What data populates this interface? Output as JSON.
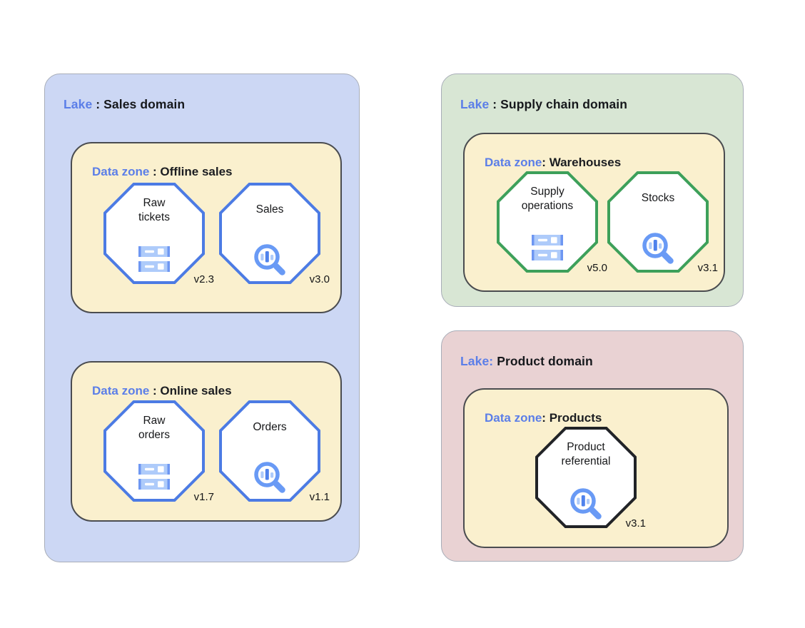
{
  "colors": {
    "lake_label_blue": "#5b7ee8",
    "sales_lake_bg": "#ccd7f4",
    "supply_lake_bg": "#d8e6d4",
    "product_lake_bg": "#e9d2d3",
    "data_zone_bg": "#faf0ce",
    "octagon_border_sales": "#4c7be4",
    "octagon_border_supply": "#3da05a",
    "octagon_border_product": "#212327",
    "icon_blue": "#699af5",
    "icon_light_blue": "#aecbfa",
    "icon_dark_blue": "#4f82ec"
  },
  "icons": {
    "storage": "storage-icon",
    "search_analytics": "search-analytics-icon"
  },
  "lakes": [
    {
      "title": {
        "prefix": "Lake",
        "separator": " : ",
        "name": "Sales domain"
      },
      "zones": [
        {
          "title": {
            "prefix": "Data zone",
            "separator": " : ",
            "name": "Offline sales"
          },
          "assets": [
            {
              "label": "Raw\ntickets",
              "version": "v2.3",
              "icon": "storage-icon"
            },
            {
              "label": "Sales",
              "version": "v3.0",
              "icon": "search-analytics-icon"
            }
          ]
        },
        {
          "title": {
            "prefix": "Data zone",
            "separator": " : ",
            "name": "Online sales"
          },
          "assets": [
            {
              "label": "Raw\norders",
              "version": "v1.7",
              "icon": "storage-icon"
            },
            {
              "label": "Orders",
              "version": "v1.1",
              "icon": "search-analytics-icon"
            }
          ]
        }
      ]
    },
    {
      "title": {
        "prefix": "Lake",
        "separator": " : ",
        "name": "Supply chain domain"
      },
      "zones": [
        {
          "title": {
            "prefix": "Data zone",
            "separator": ": ",
            "name": "Warehouses"
          },
          "assets": [
            {
              "label": "Supply\noperations",
              "version": "v5.0",
              "icon": "storage-icon"
            },
            {
              "label": "Stocks",
              "version": "v3.1",
              "icon": "search-analytics-icon"
            }
          ]
        }
      ]
    },
    {
      "title": {
        "prefix": "Lake:",
        "separator": " ",
        "name": "Product domain"
      },
      "zones": [
        {
          "title": {
            "prefix": "Data zone",
            "separator": ": ",
            "name": "Products"
          },
          "assets": [
            {
              "label": "Product\nreferential",
              "version": "v3.1",
              "icon": "search-analytics-icon"
            }
          ]
        }
      ]
    }
  ]
}
